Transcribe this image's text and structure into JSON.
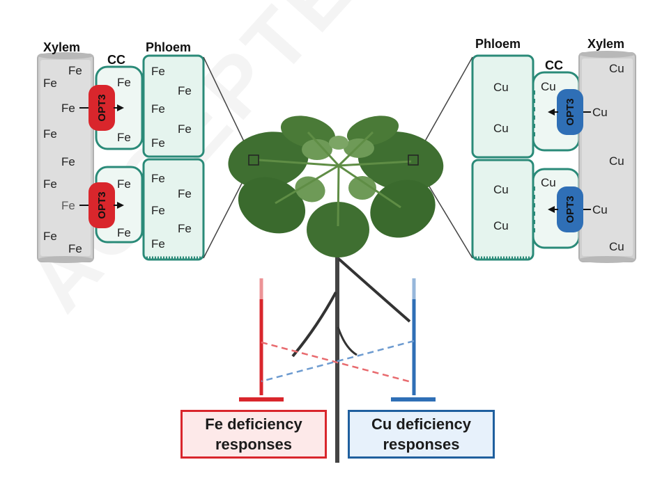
{
  "left": {
    "xylem_label": "Xylem",
    "cc_label": "CC",
    "phloem_label": "Phloem",
    "xylem_ions": [
      "Fe",
      "Fe",
      "Fe",
      "Fe",
      "Fe",
      "Fe",
      "Fe",
      "Fe",
      "Fe"
    ],
    "cc_ions": [
      "Fe",
      "Fe",
      "Fe",
      "Fe"
    ],
    "phloem_ions": [
      "Fe",
      "Fe",
      "Fe",
      "Fe",
      "Fe",
      "Fe",
      "Fe",
      "Fe",
      "Fe",
      "Fe"
    ],
    "transporter": "OPT3",
    "transport_ion": "Fe"
  },
  "right": {
    "phloem_label": "Phloem",
    "cc_label": "CC",
    "xylem_label": "Xylem",
    "phloem_ions": [
      "Cu",
      "Cu",
      "Cu",
      "Cu"
    ],
    "cc_ions": [
      "Cu",
      "Cu"
    ],
    "xylem_ions": [
      "Cu",
      "Cu",
      "Cu",
      "Cu"
    ],
    "transporter": "OPT3",
    "transport_ion": "Cu"
  },
  "outputs": {
    "fe_line1": "Fe deficiency",
    "fe_line2": "responses",
    "cu_line1": "Cu deficiency",
    "cu_line2": "responses"
  },
  "watermark": "ACCEPTED",
  "colors": {
    "fe_red": "#d9262c",
    "cu_blue": "#2f6fb6",
    "leaf_green": "#3f6f31",
    "phloem_fill": "#e5f4ee",
    "cell_stroke": "#2a8a78",
    "xylem_gray": "#cccccc"
  }
}
